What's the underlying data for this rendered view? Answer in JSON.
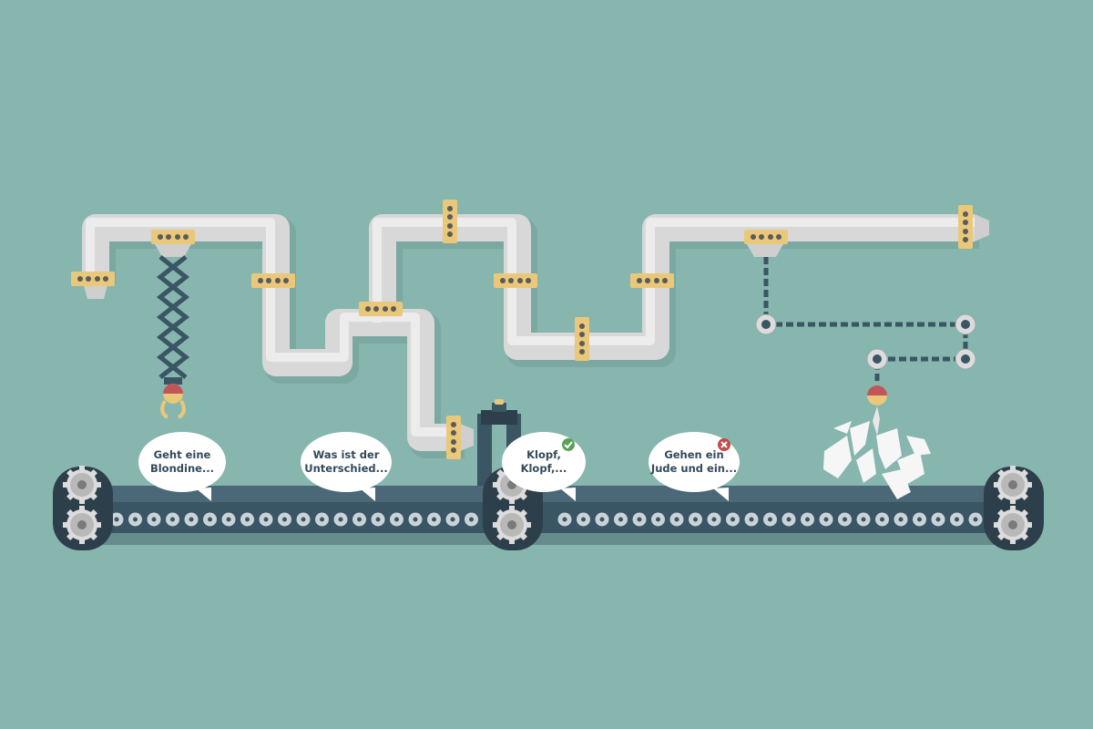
{
  "scene": {
    "title": "",
    "colors": {
      "background": "#86b6ae",
      "pipe": "#dcdcdc",
      "pipe_shadow": "#bdbdbd",
      "bracket": "#e9c87a",
      "bracket_dot": "#5b5b5b",
      "belt": "#3a5563",
      "belt_dark": "#2c3f4a",
      "roller": "#c9d3d8",
      "bubble": "#ffffff",
      "bubble_text": "#34495a",
      "check": "#5aa05a",
      "cross": "#c64a4a"
    }
  },
  "bubbles": [
    {
      "id": "bubble-1",
      "line1": "Geht eine",
      "line2": "Blondine...",
      "status": ""
    },
    {
      "id": "bubble-2",
      "line1": "Was ist der",
      "line2": "Unterschied...",
      "status": ""
    },
    {
      "id": "bubble-3",
      "line1": "Klopf,",
      "line2": "Klopf,...",
      "status": "check-icon"
    },
    {
      "id": "bubble-4",
      "line1": "Gehen ein",
      "line2": "Jude und ein...",
      "status": "cross-icon"
    }
  ]
}
